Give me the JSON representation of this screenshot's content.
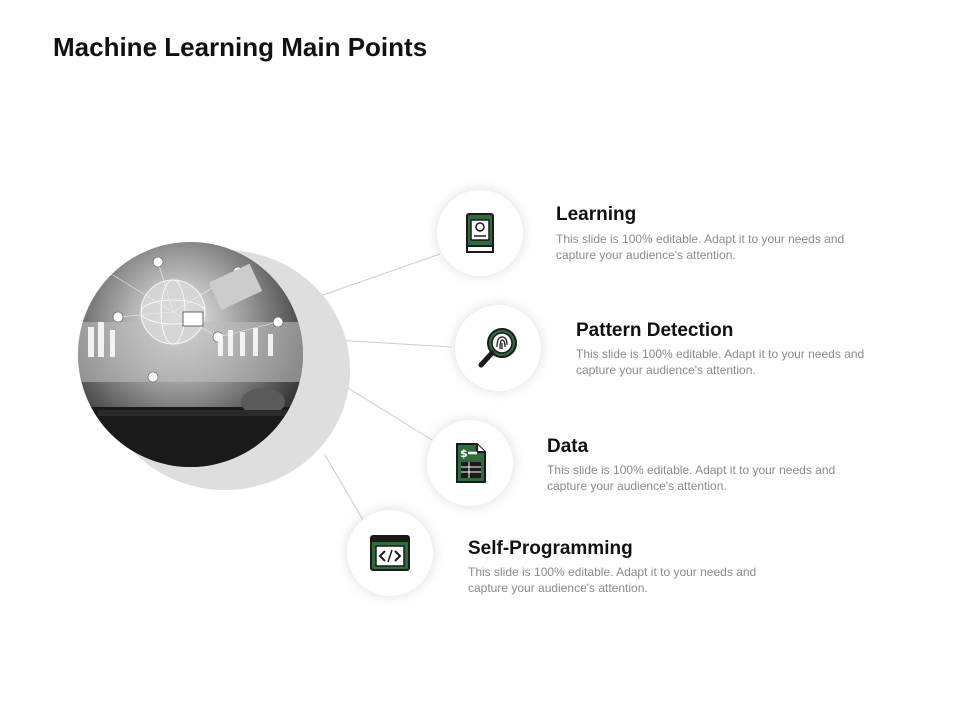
{
  "slide": {
    "title": "Machine Learning Main Points"
  },
  "colors": {
    "accent": "#2e6b3f",
    "dark": "#1a1a1a"
  },
  "points": [
    {
      "title": "Learning",
      "description": "This slide is 100% editable. Adapt it to your needs and capture your audience's attention.",
      "icon": "book-person-icon"
    },
    {
      "title": "Pattern Detection",
      "description": "This slide is 100% editable. Adapt it to your needs and capture your audience's attention.",
      "icon": "fingerprint-magnifier-icon"
    },
    {
      "title": "Data",
      "description": "This slide is 100% editable. Adapt it to your needs and capture your audience's attention.",
      "icon": "invoice-document-icon"
    },
    {
      "title": "Self-Programming",
      "description": "This slide is 100% editable. Adapt it to your needs and capture your audience's attention.",
      "icon": "code-window-icon"
    }
  ]
}
